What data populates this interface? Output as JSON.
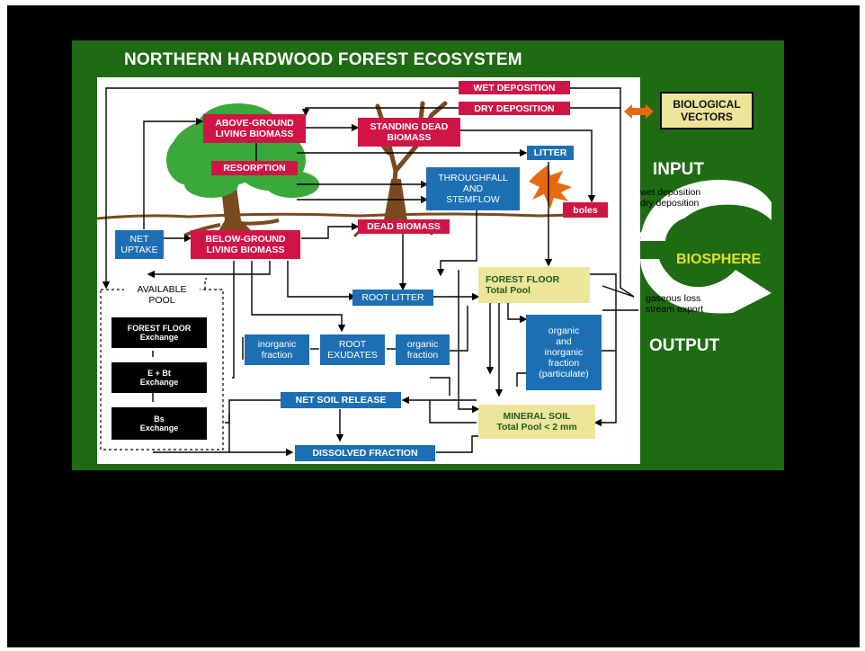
{
  "title": "NORTHERN HARDWOOD FOREST ECOSYSTEM",
  "nodes": {
    "wet_deposition": "WET DEPOSITION",
    "dry_deposition": "DRY DEPOSITION",
    "biological_vectors": "BIOLOGICAL\nVECTORS",
    "above_ground": "ABOVE-GROUND\nLIVING BIOMASS",
    "standing_dead": "STANDING DEAD\nBIOMASS",
    "resorption": "RESORPTION",
    "litter": "LITTER",
    "throughfall": "THROUGHFALL\nAND\nSTEMFLOW",
    "boles": "boles",
    "dead_biomass": "DEAD BIOMASS",
    "net_uptake": "NET\nUPTAKE",
    "below_ground": "BELOW-GROUND\nLIVING BIOMASS",
    "available_pool": "AVAILABLE\nPOOL",
    "forest_floor_exchange": "FOREST FLOOR\nExchange",
    "e_bt_exchange": "E + Bt\nExchange",
    "bs_exchange": "Bs\nExchange",
    "root_litter": "ROOT LITTER",
    "forest_floor_pool": "FOREST FLOOR\nTotal Pool",
    "inorganic_fraction": "inorganic\nfraction",
    "root_exudates": "ROOT\nEXUDATES",
    "organic_fraction": "organic\nfraction",
    "organic_inorganic": "organic\nand\ninorganic\nfraction\n(particulate)",
    "net_soil_release": "NET SOIL RELEASE",
    "mineral_soil": "MINERAL SOIL\nTotal Pool < 2 mm",
    "dissolved_fraction": "DISSOLVED FRACTION"
  },
  "biosphere": {
    "input_label": "INPUT",
    "input_sub": "wet deposition\ndry deposition",
    "center_label": "BIOSPHERE",
    "output_label": "OUTPUT",
    "output_sub": "gaseous loss\nstream export"
  },
  "colors": {
    "background_green": "#1e6b14",
    "red_box": "#d01545",
    "blue_box": "#1d6fb3",
    "yellow_box": "#ede59a",
    "biosphere_yellow": "#e8e020",
    "tree_green": "#3aa83a",
    "trunk_brown": "#7a4a1e",
    "leaf_orange": "#e86a10"
  }
}
